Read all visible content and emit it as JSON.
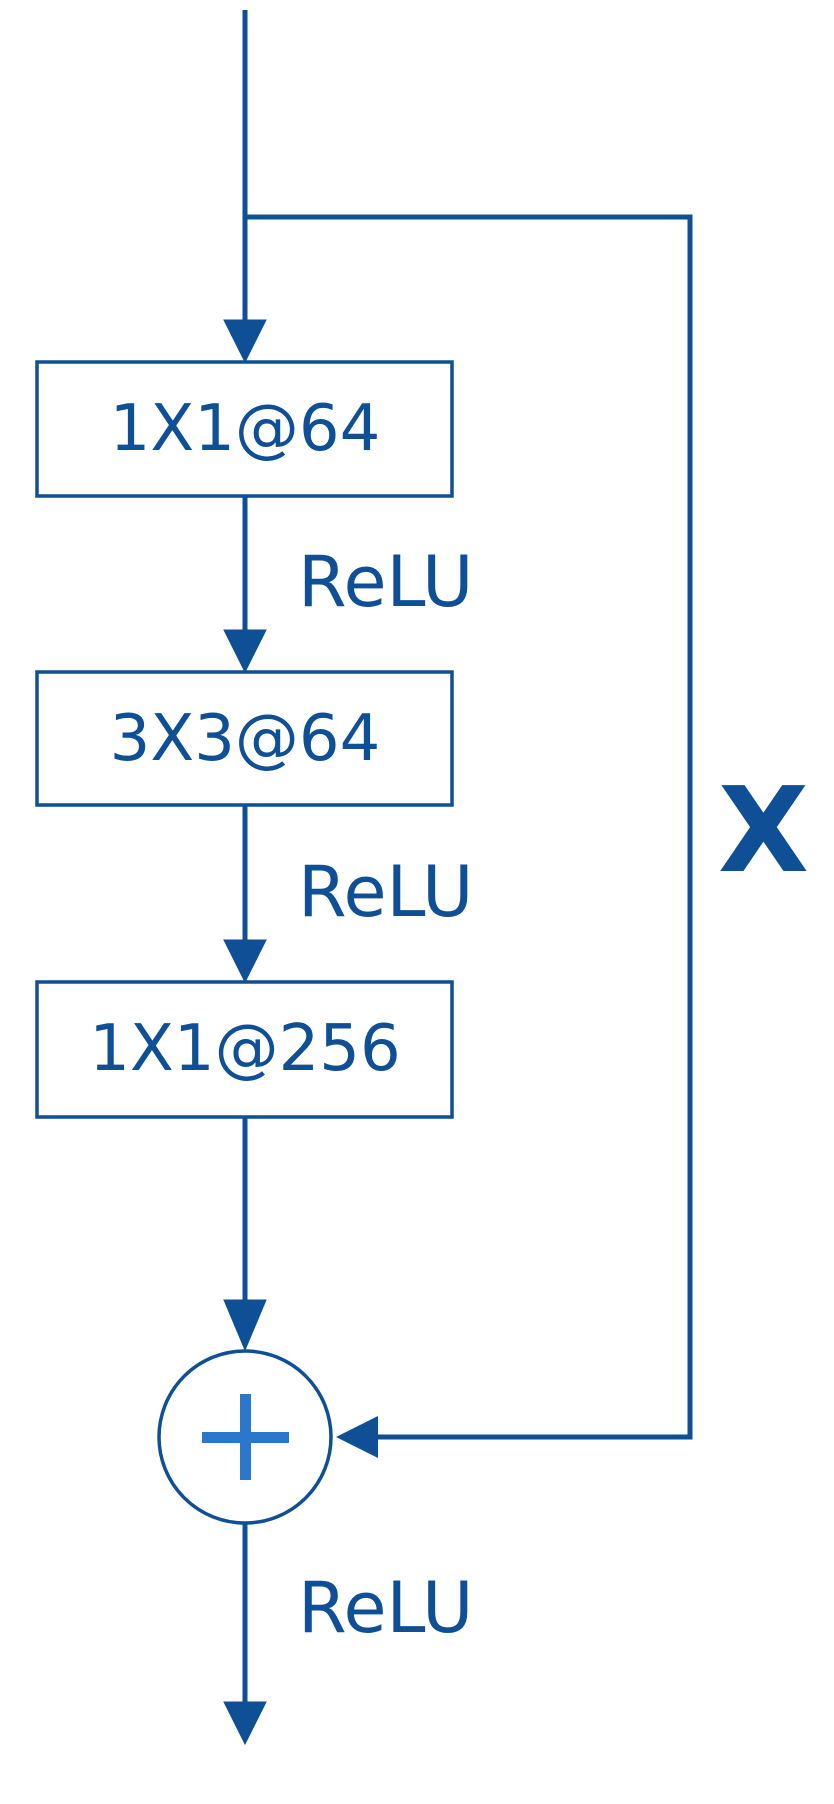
{
  "colors": {
    "primary": "#0e4f96",
    "plus": "#2a77cc",
    "background": "#ffffff"
  },
  "blocks": [
    {
      "label": "1X1@64"
    },
    {
      "label": "3X3@64"
    },
    {
      "label": "1X1@256"
    }
  ],
  "activations": [
    {
      "label": "ReLU"
    },
    {
      "label": "ReLU"
    },
    {
      "label": "ReLU"
    }
  ],
  "skip_connection": {
    "label": "X"
  },
  "sum_node": {
    "icon": "plus-icon"
  }
}
